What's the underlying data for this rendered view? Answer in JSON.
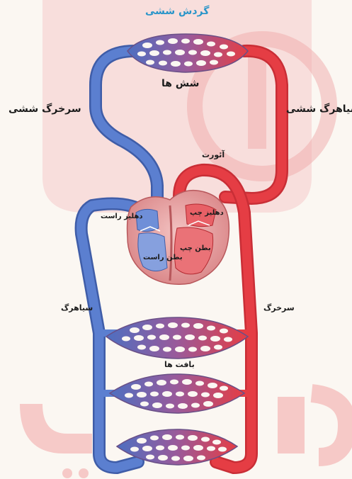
{
  "title": "گردش ششی",
  "labels": {
    "lungs": "شش ها",
    "pulmonary_artery": "سرخرگ ششی",
    "pulmonary_vein": "سیاهرگ ششی",
    "aorta": "آئورت",
    "left_atrium": "دهلیز چپ",
    "right_atrium": "دهلیز راست",
    "left_ventricle": "بطن چپ",
    "right_ventricle": "بطن راست",
    "vein": "سیاهرگ",
    "artery": "سرخرگ",
    "tissues": "بافت ها"
  },
  "watermark": {
    "text": "ی ددس",
    "colors": [
      "#f3b9b9",
      "#f7cfcf"
    ]
  },
  "colors": {
    "oxygenated": "#e53d44",
    "deoxygenated": "#4d6fc1",
    "title": "#2a95c9",
    "heart": "#e7a3a5"
  },
  "icons": [
    "heart-icon",
    "capillary-bed-icon"
  ]
}
